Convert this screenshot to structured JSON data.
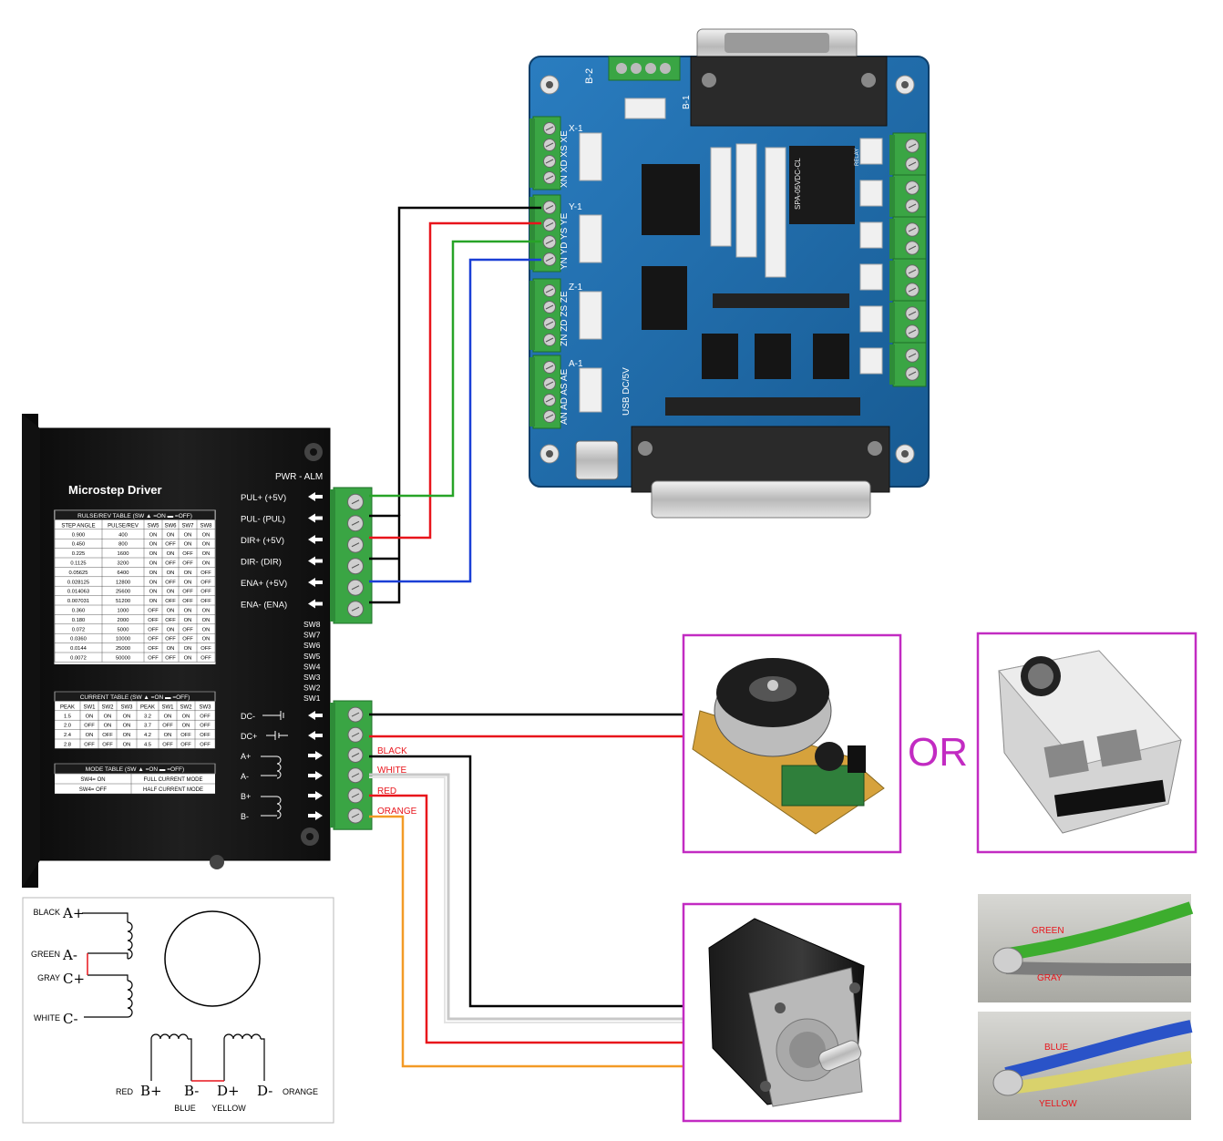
{
  "driver": {
    "title": "Microstep Driver",
    "pwr_alm": "PWR - ALM",
    "signal_terminals": [
      "PUL+ (+5V)",
      "PUL- (PUL)",
      "DIR+ (+5V)",
      "DIR- (DIR)",
      "ENA+ (+5V)",
      "ENA- (ENA)"
    ],
    "power_terminals": [
      "DC-",
      "DC+",
      "A+",
      "A-",
      "B+",
      "B-"
    ],
    "switches": [
      "SW8",
      "SW7",
      "SW6",
      "SW5",
      "SW4",
      "SW3",
      "SW2",
      "SW1"
    ],
    "pulse_table": {
      "title": "RULSE/REV TABLE  (SW ▲ =ON ▬ =OFF)",
      "headers": [
        "STEP ANGLE",
        "PULSE/REV",
        "SW5",
        "SW6",
        "SW7",
        "SW8"
      ],
      "rows": [
        [
          "0.900",
          "400",
          "ON",
          "ON",
          "ON",
          "ON"
        ],
        [
          "0.450",
          "800",
          "ON",
          "OFF",
          "ON",
          "ON"
        ],
        [
          "0.225",
          "1600",
          "ON",
          "ON",
          "OFF",
          "ON"
        ],
        [
          "0.1125",
          "3200",
          "ON",
          "OFF",
          "OFF",
          "ON"
        ],
        [
          "0.05625",
          "6400",
          "ON",
          "ON",
          "ON",
          "OFF"
        ],
        [
          "0.028125",
          "12800",
          "ON",
          "OFF",
          "ON",
          "OFF"
        ],
        [
          "0.014063",
          "25600",
          "ON",
          "ON",
          "OFF",
          "OFF"
        ],
        [
          "0.007031",
          "51200",
          "ON",
          "OFF",
          "OFF",
          "OFF"
        ],
        [
          "0.360",
          "1000",
          "OFF",
          "ON",
          "ON",
          "ON"
        ],
        [
          "0.180",
          "2000",
          "OFF",
          "OFF",
          "ON",
          "ON"
        ],
        [
          "0.072",
          "5000",
          "OFF",
          "ON",
          "OFF",
          "ON"
        ],
        [
          "0.0360",
          "10000",
          "OFF",
          "OFF",
          "OFF",
          "ON"
        ],
        [
          "0.0144",
          "25000",
          "OFF",
          "ON",
          "ON",
          "OFF"
        ],
        [
          "0.0072",
          "50000",
          "OFF",
          "OFF",
          "ON",
          "OFF"
        ]
      ]
    },
    "current_table": {
      "title": "CURRENT TABLE  (SW ▲ =ON ▬ =OFF)",
      "headers": [
        "PEAK",
        "SW1",
        "SW2",
        "SW3",
        "PEAK",
        "SW1",
        "SW2",
        "SW3"
      ],
      "rows": [
        [
          "1.5",
          "ON",
          "ON",
          "ON",
          "3.2",
          "ON",
          "ON",
          "OFF"
        ],
        [
          "2.0",
          "OFF",
          "ON",
          "ON",
          "3.7",
          "OFF",
          "ON",
          "OFF"
        ],
        [
          "2.4",
          "ON",
          "OFF",
          "ON",
          "4.2",
          "ON",
          "OFF",
          "OFF"
        ],
        [
          "2.8",
          "OFF",
          "OFF",
          "ON",
          "4.5",
          "OFF",
          "OFF",
          "OFF"
        ]
      ]
    },
    "mode_table": {
      "title": "MODE TABLE  (SW ▲ =ON ▬ =OFF)",
      "rows": [
        [
          "SW4= ON",
          "FULL CURRENT MODE"
        ],
        [
          "SW4= OFF",
          "HALF CURRENT MODE"
        ]
      ]
    }
  },
  "board": {
    "labels": [
      "B-2",
      "B-1",
      "X-1",
      "Y-1",
      "Z-1",
      "A-1",
      "XN XD XS XE",
      "YN YD YS YE",
      "ZN ZD ZS ZE",
      "AN AD AS AE",
      "USB DC/5V",
      "SPA-05VDC-CL",
      "RELAY"
    ]
  },
  "wire_labels": [
    "BLACK",
    "WHITE",
    "RED",
    "ORANGE"
  ],
  "or_label": "OR",
  "motor_diagram": {
    "left_labels": [
      "BLACK",
      "GREEN",
      "GRAY",
      "WHITE"
    ],
    "left_pins": [
      "A+",
      "A-",
      "C+",
      "C-"
    ],
    "bottom_pins": [
      "B+",
      "B-",
      "D+",
      "D-"
    ],
    "bottom_labels": [
      "RED",
      "BLUE",
      "YELLOW",
      "ORANGE"
    ]
  },
  "wire_photos": {
    "top": [
      "GREEN",
      "GRAY"
    ],
    "bottom": [
      "BLUE",
      "YELLOW"
    ]
  },
  "colors": {
    "black": "#000000",
    "red": "#e8141b",
    "green": "#27a327",
    "blue": "#1a3fd6",
    "orange": "#f39a26",
    "white_wire": "#c8c8c8",
    "frame": "#c22bc2",
    "terminal": "#3aa544",
    "board": "#1d6aa8",
    "driver": "#1b1b1b"
  }
}
